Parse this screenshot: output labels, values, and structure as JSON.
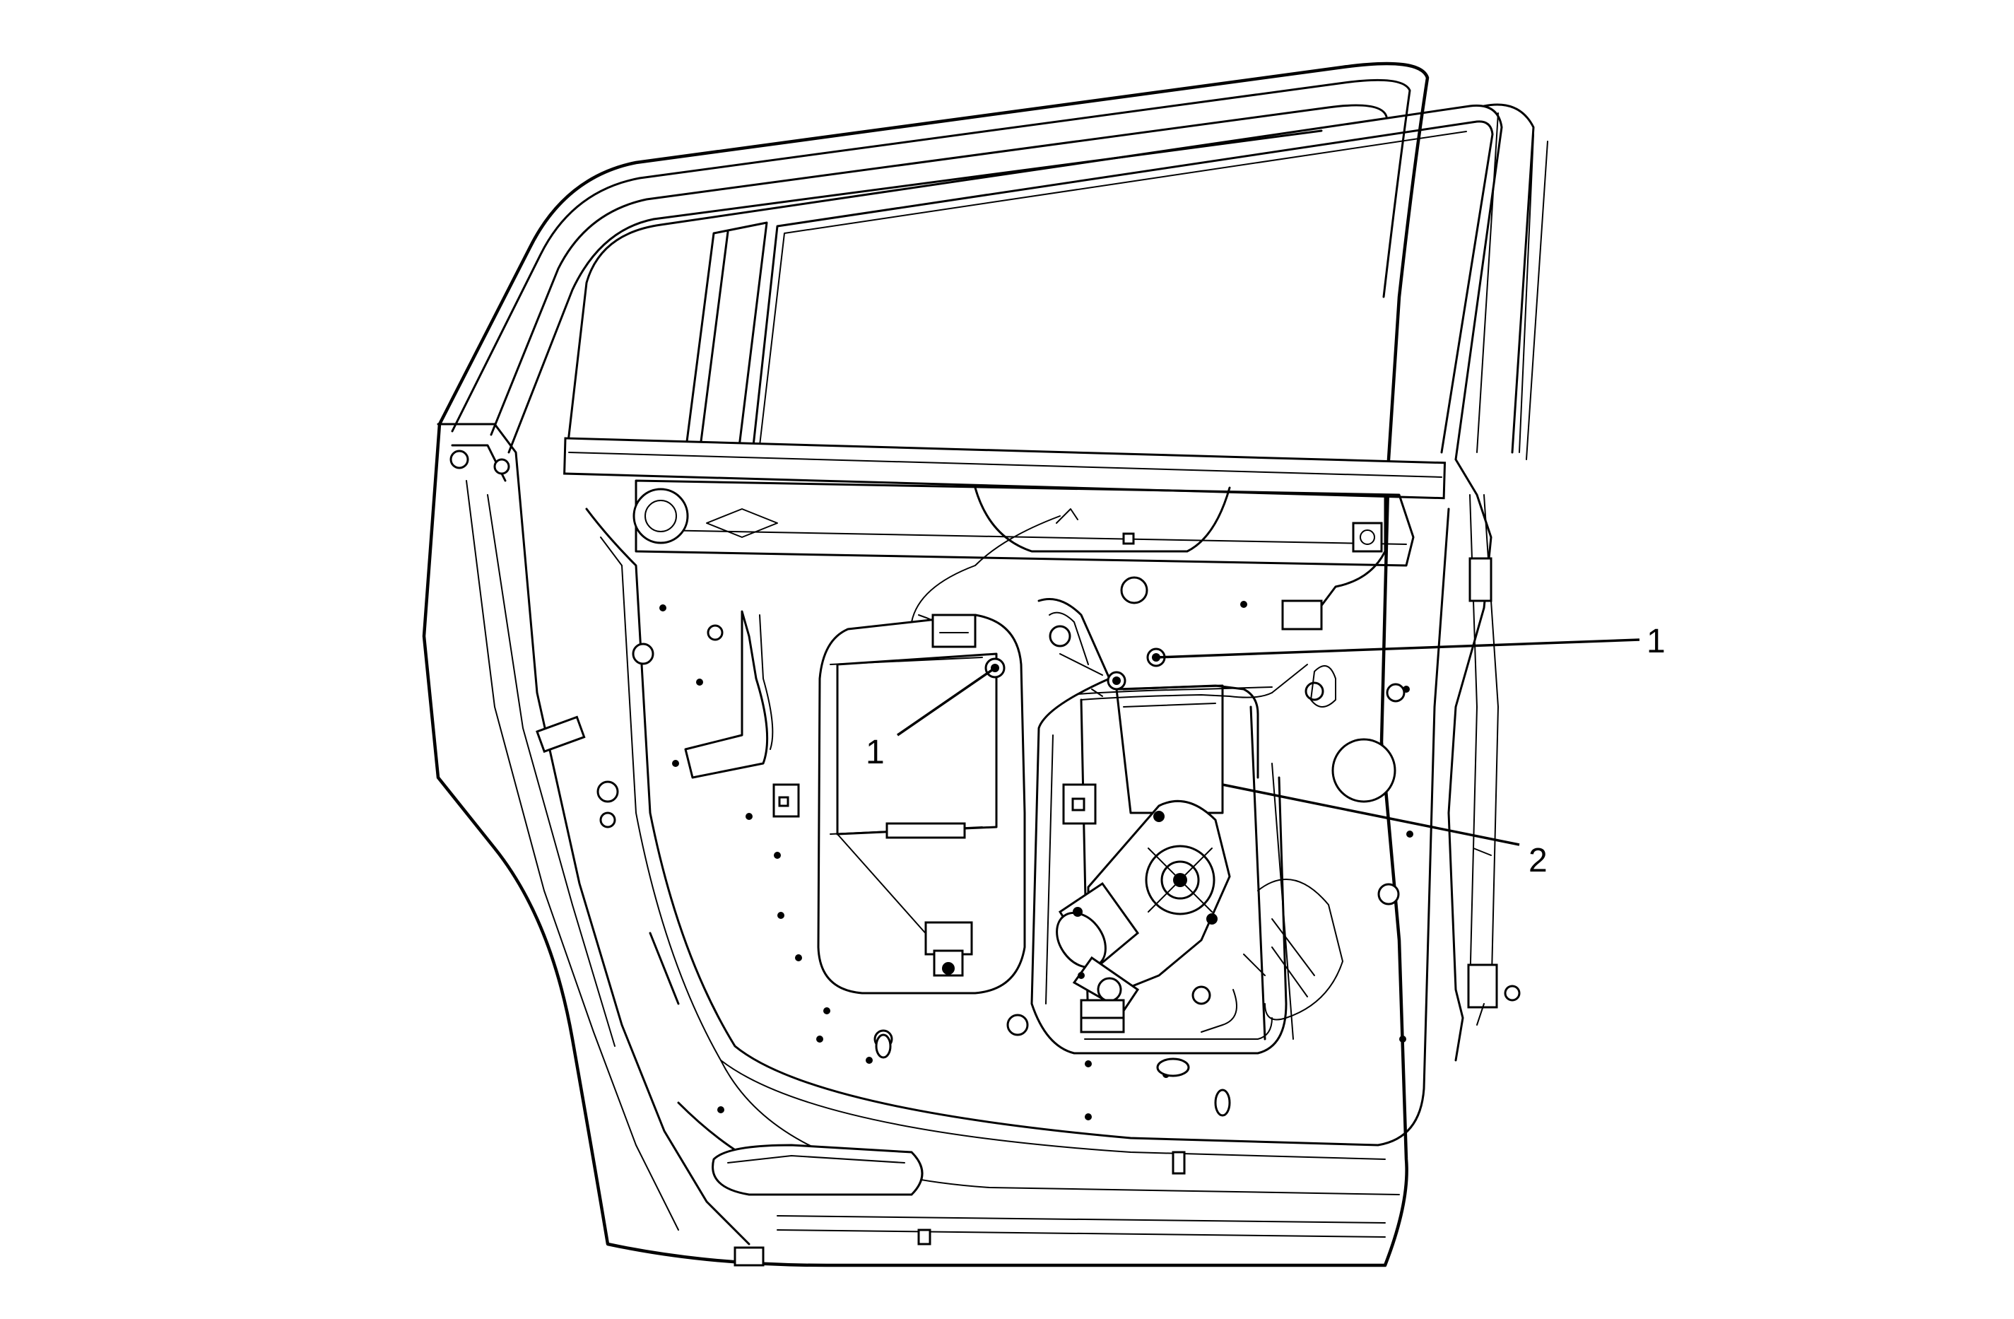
{
  "callouts": [
    {
      "id": "callout-1-right",
      "label": "1"
    },
    {
      "id": "callout-1-left",
      "label": "1"
    },
    {
      "id": "callout-2",
      "label": "2"
    }
  ]
}
